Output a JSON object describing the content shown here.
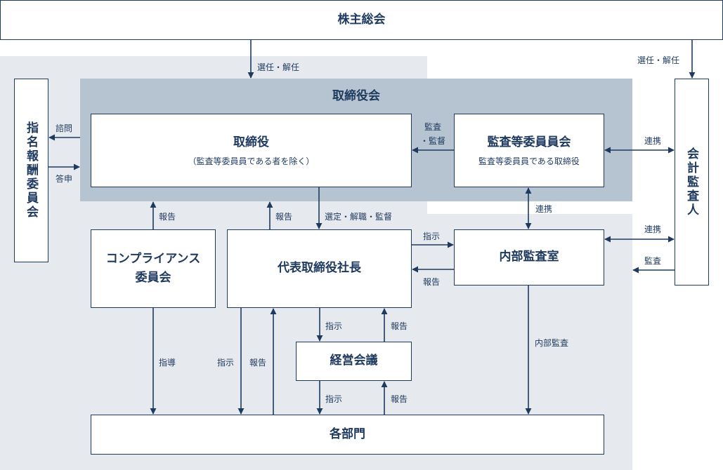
{
  "nodes": {
    "shareholders_meeting": "株主総会",
    "board": "取締役会",
    "directors": "取締役",
    "directors_note": "（監査等委員員である者を除く）",
    "audit_committee": "監査等委員員会",
    "audit_committee_note": "監査等委員員である取締役",
    "nomination_committee": "指名報酬委員会",
    "accounting_auditor": "会計監査人",
    "compliance_line1": "コンプライアンス",
    "compliance_line2": "委員会",
    "president": "代表取締役社長",
    "internal_audit": "内部監査室",
    "management_meeting": "経営会議",
    "departments": "各部門"
  },
  "labels": {
    "elect_dismiss": "選任・解任",
    "elect_dismiss_auditor": "選任・解任",
    "consult": "諮問",
    "report_back": "答申",
    "audit_oversight_1": "監査",
    "audit_oversight_2": "・監督",
    "cooperate_auditor": "連携",
    "cooperate_internal": "連携",
    "cooperate_internal_auditor": "連携",
    "audit_by_auditor": "監査",
    "report_compliance": "報告",
    "report_president": "報告",
    "select_dismiss_supervise": "選定・解職・監督",
    "instruct_internal": "指示",
    "report_internal": "報告",
    "instruct_mgmt": "指示",
    "report_mgmt": "報告",
    "guidance": "指導",
    "instruct_depts": "指示",
    "report_depts": "報告",
    "instruct_mgmt_depts": "指示",
    "report_depts_mgmt": "報告",
    "internal_audit_label": "内部監査"
  }
}
